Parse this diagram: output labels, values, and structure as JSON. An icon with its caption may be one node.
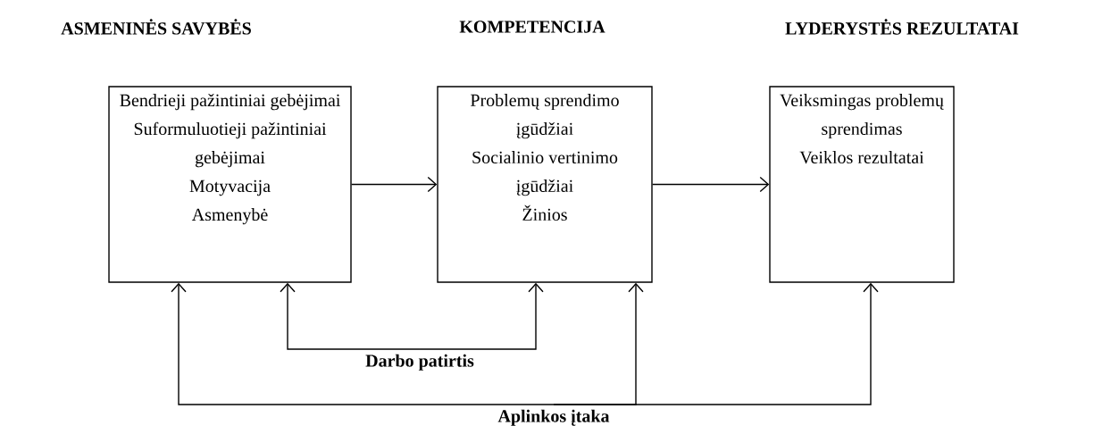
{
  "diagram": {
    "nodes": [
      {
        "text": [
          "Bendrieji pažintiniai gebėjimai",
          "Suformuluotieji pažintiniai gebėjimai",
          "Motyvacija",
          "Asmenybė"
        ]
      },
      {
        "text": [
          "Problemų sprendimo įgūdžiai",
          "Socialinio vertinimo įgūdžiai",
          "Žinios"
        ]
      },
      {
        "text": [
          "Veiksmingas problemų sprendimas",
          "Veiklos rezultatai"
        ]
      },
      {
        "text": [
          "Darbo patirtis"
        ]
      },
      {
        "text": [
          "Aplinkos įtaka"
        ]
      }
    ],
    "edges": [
      {
        "from": 0,
        "to": 1,
        "arrow": "to"
      },
      {
        "from": 1,
        "to": 2,
        "arrow": "to"
      },
      {
        "from": 3,
        "to": 0,
        "arrow": "to"
      },
      {
        "from": 3,
        "to": 1,
        "arrow": "to"
      },
      {
        "from": 4,
        "to": 0,
        "arrow": "to"
      },
      {
        "from": 4,
        "to": 1,
        "arrow": "to"
      },
      {
        "from": 4,
        "to": 2,
        "arrow": "to"
      }
    ],
    "labels": [
      "ASMENINĖS SAVYBĖS",
      "KOMPETENCIJA",
      "LYDERYSTĖS REZULTATAI"
    ]
  }
}
